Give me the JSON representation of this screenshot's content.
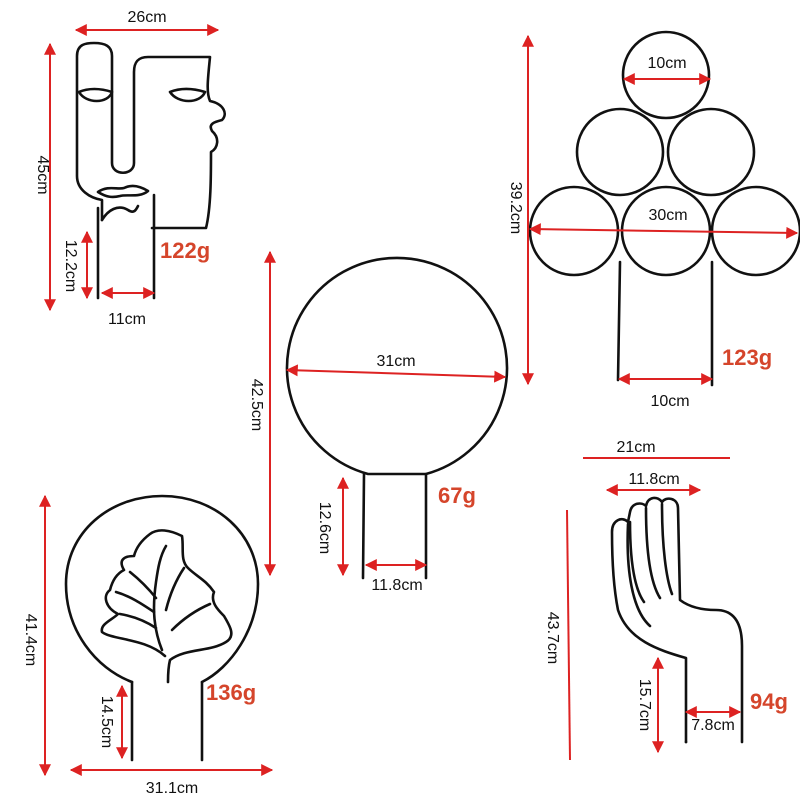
{
  "colors": {
    "outline": "#111111",
    "measure": "#dd2222",
    "weight": "#d5452b",
    "background": "#ffffff"
  },
  "products": {
    "face": {
      "width": "26cm",
      "height": "45cm",
      "stake_height": "12.2cm",
      "stake_width": "11cm",
      "weight": "122g"
    },
    "bubbles": {
      "top_circle": "10cm",
      "height": "39.2cm",
      "width": "30cm",
      "stake_width": "10cm",
      "weight": "123g"
    },
    "circle": {
      "diameter": "31cm",
      "height": "42.5cm",
      "stake_height": "12.6cm",
      "stake_width": "11.8cm",
      "weight": "67g"
    },
    "leaf": {
      "height": "41.4cm",
      "stake_height": "14.5cm",
      "width": "31.1cm",
      "weight": "136g"
    },
    "hand": {
      "width": "21cm",
      "palm_width": "11.8cm",
      "height": "43.7cm",
      "stake_height": "15.7cm",
      "stake_width": "7.8cm",
      "weight": "94g"
    }
  }
}
